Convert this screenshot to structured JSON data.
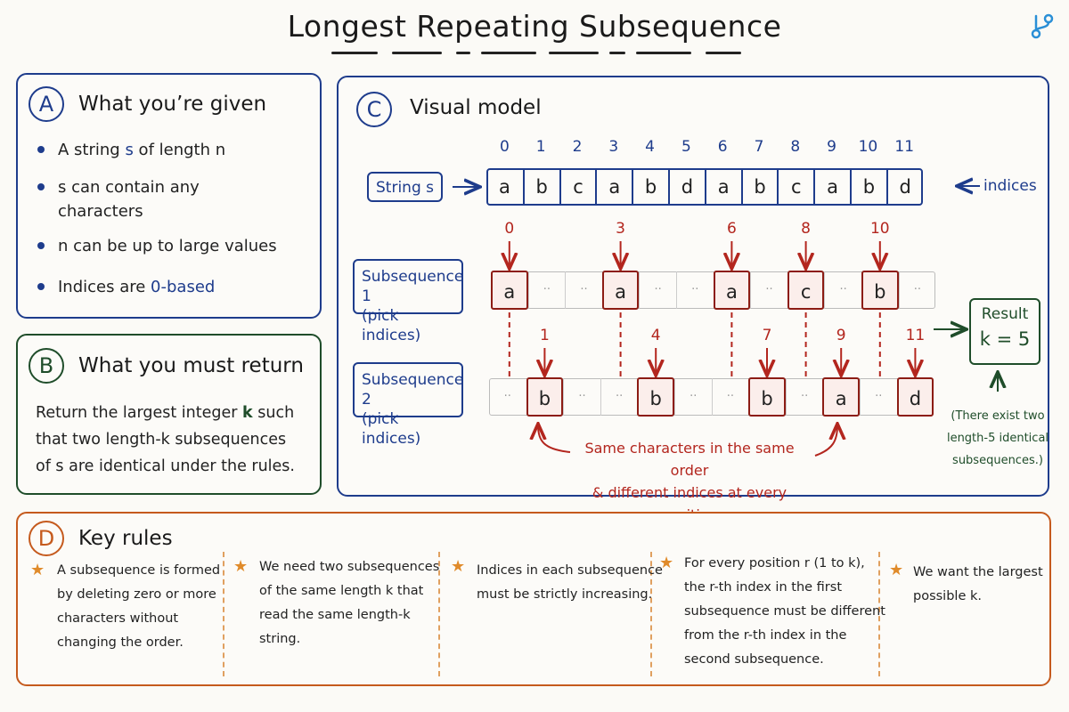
{
  "title": "Longest Repeating Subsequence",
  "colors": {
    "blue": "#1e3c8c",
    "green": "#1f4d2a",
    "red": "#b3261e",
    "orange": "#c55a1d",
    "star": "#e08b2b"
  },
  "top_icon": "git-branch-icon",
  "panel_a": {
    "badge": "A",
    "title": "What you’re given",
    "bullets": [
      {
        "pre": "A string ",
        "var": "s",
        "post": " of length n"
      },
      {
        "line1": "s can contain any",
        "line2": "characters"
      },
      {
        "text": "n can be up to large values"
      },
      {
        "pre": "Indices are ",
        "var": "0-based"
      }
    ]
  },
  "panel_b": {
    "badge": "B",
    "title": "What you must return",
    "lines": [
      {
        "pre": "Return the largest integer ",
        "var": "k",
        "post": " such"
      },
      {
        "text": "that two length-k subsequences"
      },
      {
        "text": "of s are identical under the rules."
      }
    ]
  },
  "panel_c": {
    "badge": "C",
    "title": "Visual model",
    "string_label": "String s",
    "indices_label": "indices",
    "indices": [
      "0",
      "1",
      "2",
      "3",
      "4",
      "5",
      "6",
      "7",
      "8",
      "9",
      "10",
      "11"
    ],
    "chars": [
      "a",
      "b",
      "c",
      "a",
      "b",
      "d",
      "a",
      "b",
      "c",
      "a",
      "b",
      "d"
    ],
    "sub1": {
      "label1": "Subsequence 1",
      "label2": "(pick indices)",
      "picked": [
        {
          "index": "0",
          "char": "a"
        },
        {
          "index": "3",
          "char": "a"
        },
        {
          "index": "6",
          "char": "a"
        },
        {
          "index": "8",
          "char": "c"
        },
        {
          "index": "10",
          "char": "b"
        }
      ]
    },
    "sub2": {
      "label1": "Subsequence 2",
      "label2": "(pick indices)",
      "picked": [
        {
          "index": "1",
          "char": "b"
        },
        {
          "index": "4",
          "char": "b"
        },
        {
          "index": "7",
          "char": "b"
        },
        {
          "index": "9",
          "char": "a"
        },
        {
          "index": "11",
          "char": "d"
        }
      ]
    },
    "filler": "··",
    "caption1": "Same characters in the same order",
    "caption2": "& different indices at every position",
    "result_label": "Result",
    "result_value": "k = 5",
    "note1": "(There exist two",
    "note2": "length-5 identical",
    "note3": "subsequences.)"
  },
  "panel_d": {
    "badge": "D",
    "title": "Key rules",
    "rules": [
      {
        "lines": [
          "A subsequence is formed",
          "by deleting zero or more",
          "characters without",
          "changing the order."
        ]
      },
      {
        "lines": [
          "We need two subsequences",
          "of the same length k that",
          "read the same length-k",
          "string."
        ]
      },
      {
        "lines": [
          "Indices in each subsequence",
          "must be strictly increasing."
        ]
      },
      {
        "lines": [
          "For every position r (1 to k),",
          "the r-th index in the first",
          "subsequence must be different",
          "from the r-th index in the",
          "second subsequence."
        ]
      },
      {
        "lines": [
          "We want the largest",
          "possible k."
        ]
      }
    ]
  }
}
